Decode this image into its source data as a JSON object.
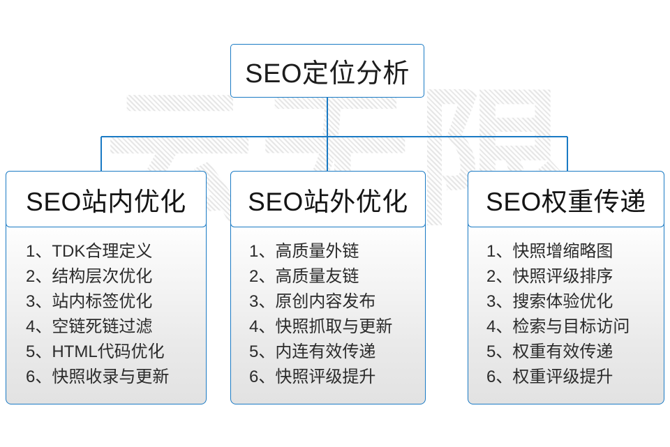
{
  "diagram": {
    "title": "SEO定位分析",
    "accent_color": "#1a7ac4",
    "text_color": "#1c1c1c",
    "background_color": "#ffffff",
    "watermark": {
      "characters": [
        "云",
        "无",
        "限"
      ],
      "color": "#e9e9e9"
    },
    "columns": [
      {
        "header": "SEO站内优化",
        "items": [
          "1、TDK合理定义",
          "2、结构层次优化",
          "3、站内标签优化",
          "4、空链死链过滤",
          "5、HTML代码优化",
          "6、快照收录与更新"
        ]
      },
      {
        "header": "SEO站外优化",
        "items": [
          "1、高质量外链",
          "2、高质量友链",
          "3、原创内容发布",
          "4、快照抓取与更新",
          "5、内连有效传递",
          "6、快照评级提升"
        ]
      },
      {
        "header": "SEO权重传递",
        "items": [
          "1、快照增缩略图",
          "2、快照评级排序",
          "3、搜索体验优化",
          "4、检索与目标访问",
          "5、权重有效传递",
          "6、权重评级提升"
        ]
      }
    ]
  }
}
